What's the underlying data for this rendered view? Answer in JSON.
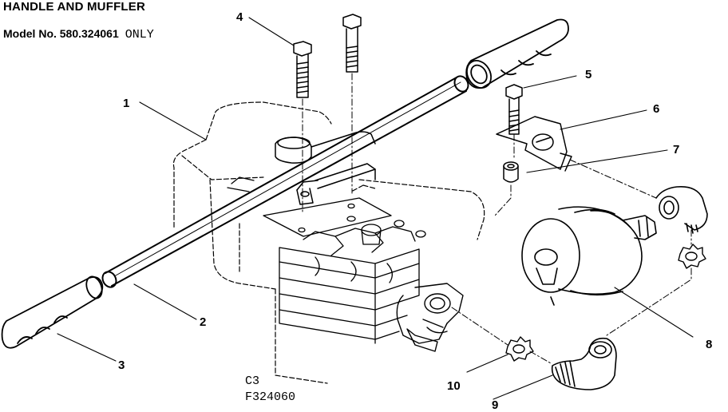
{
  "header": {
    "title": "HANDLE AND MUFFLER",
    "model_prefix": "Model No. 580.324061",
    "model_suffix": "ONLY"
  },
  "callouts": [
    "1",
    "2",
    "3",
    "4",
    "5",
    "6",
    "7",
    "8",
    "9",
    "10"
  ],
  "figure": {
    "code1": "C3",
    "code2": "F324060"
  }
}
